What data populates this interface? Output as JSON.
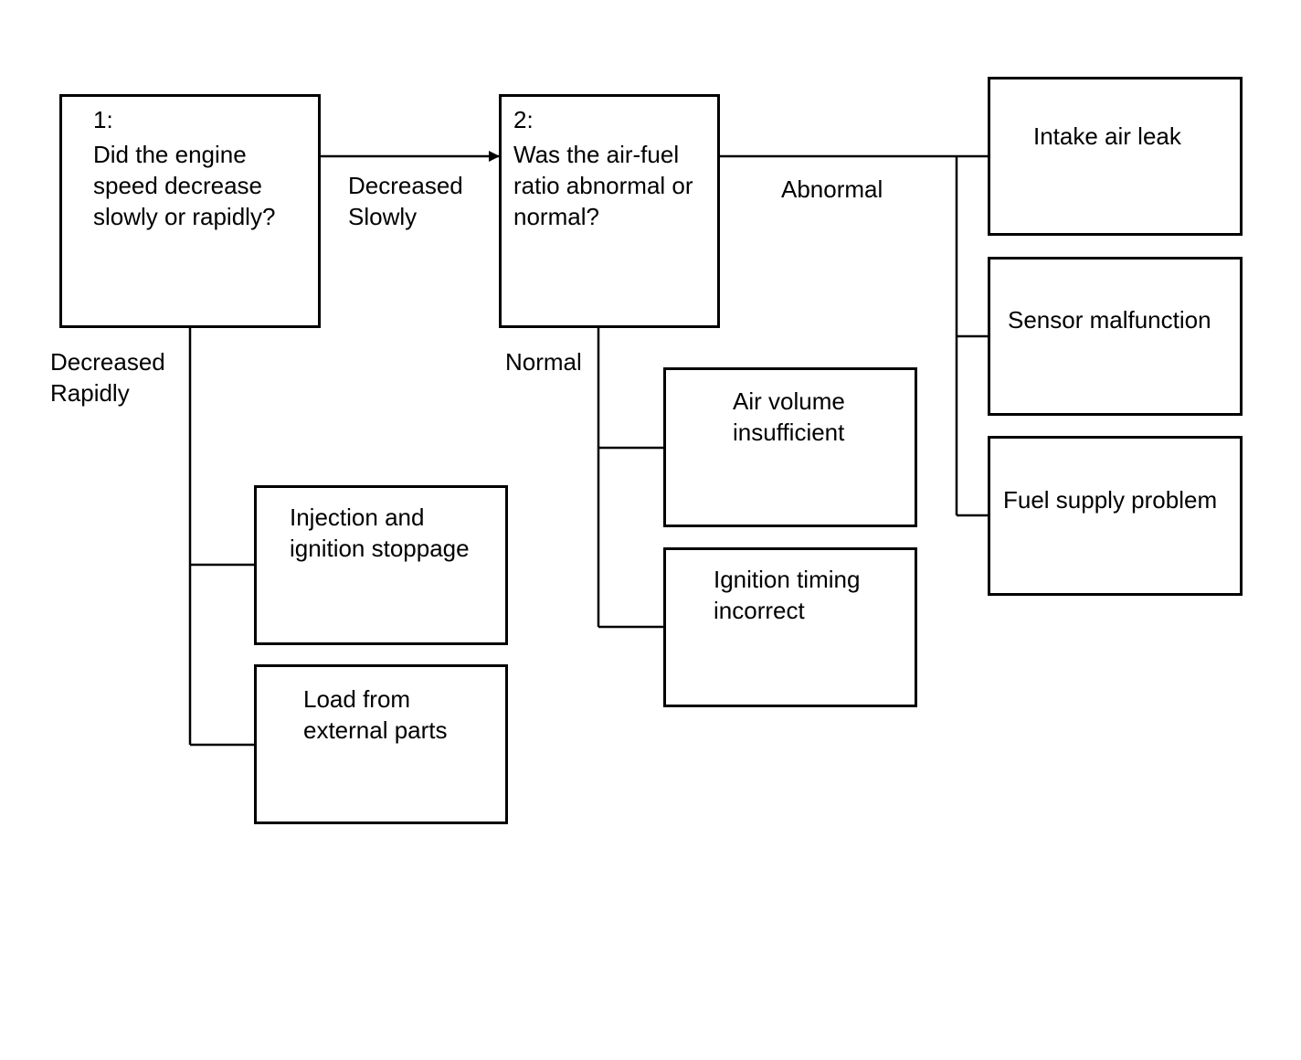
{
  "nodes": {
    "q1": {
      "number": "1:",
      "lines": [
        "Did the engine",
        "speed decrease",
        "slowly or rapidly?"
      ]
    },
    "q2": {
      "number": "2:",
      "lines": [
        "Was the air-fuel",
        "ratio abnormal or",
        "normal?"
      ]
    },
    "injection_ignition": {
      "lines": [
        "Injection and",
        "ignition stoppage"
      ]
    },
    "load_external": {
      "lines": [
        "Load from",
        "external parts"
      ]
    },
    "air_volume": {
      "lines": [
        "Air volume",
        "insufficient"
      ]
    },
    "ignition_timing": {
      "lines": [
        "Ignition timing",
        "incorrect"
      ]
    },
    "intake_air_leak": {
      "lines": [
        "Intake air leak"
      ]
    },
    "sensor_malfunction": {
      "lines": [
        "Sensor malfunction"
      ]
    },
    "fuel_supply": {
      "lines": [
        "Fuel supply problem"
      ]
    }
  },
  "edge_labels": {
    "decreased_slowly": [
      "Decreased",
      "Slowly"
    ],
    "decreased_rapidly": [
      "Decreased",
      "Rapidly"
    ],
    "normal": "Normal",
    "abnormal": "Abnormal"
  }
}
